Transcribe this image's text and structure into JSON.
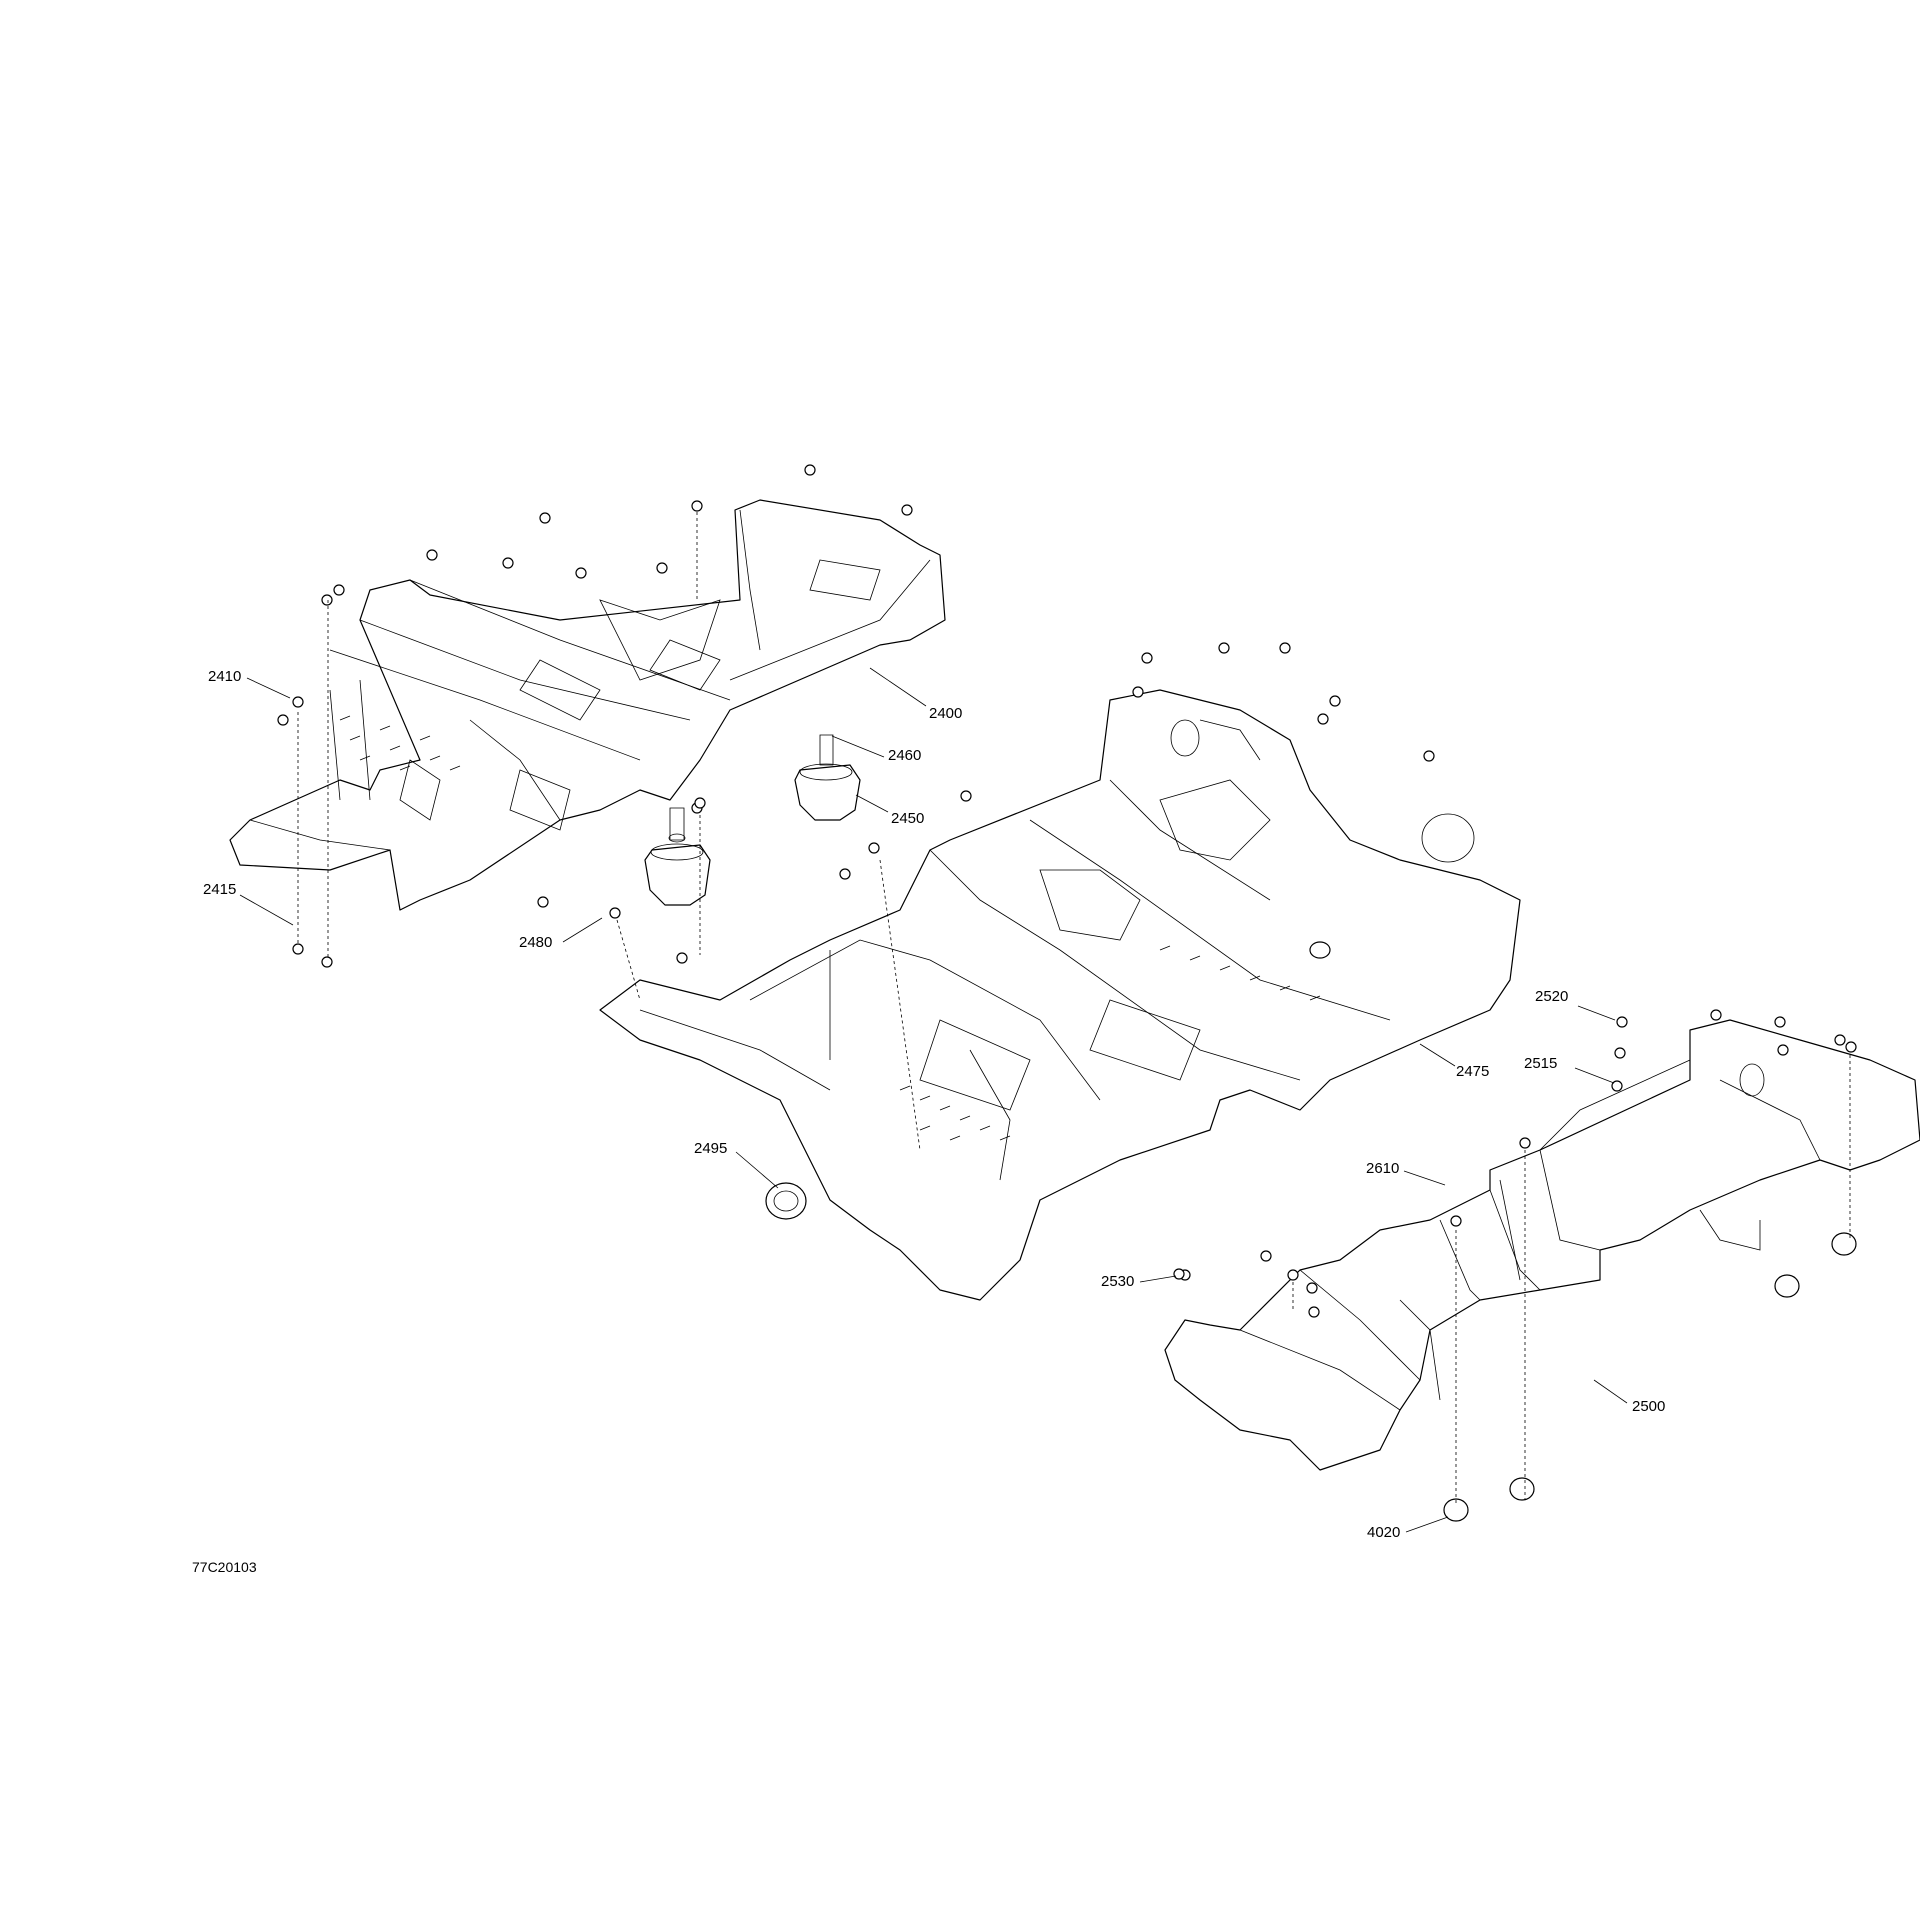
{
  "drawing_id": "77C20103",
  "callouts": [
    {
      "id": "c2410",
      "label": "2410"
    },
    {
      "id": "c2400",
      "label": "2400"
    },
    {
      "id": "c2460",
      "label": "2460"
    },
    {
      "id": "c2450",
      "label": "2450"
    },
    {
      "id": "c2415",
      "label": "2415"
    },
    {
      "id": "c2480",
      "label": "2480"
    },
    {
      "id": "c2475",
      "label": "2475"
    },
    {
      "id": "c2520",
      "label": "2520"
    },
    {
      "id": "c2515",
      "label": "2515"
    },
    {
      "id": "c2495",
      "label": "2495"
    },
    {
      "id": "c2610",
      "label": "2610"
    },
    {
      "id": "c2530",
      "label": "2530"
    },
    {
      "id": "c2500",
      "label": "2500"
    },
    {
      "id": "c4020",
      "label": "4020"
    }
  ]
}
